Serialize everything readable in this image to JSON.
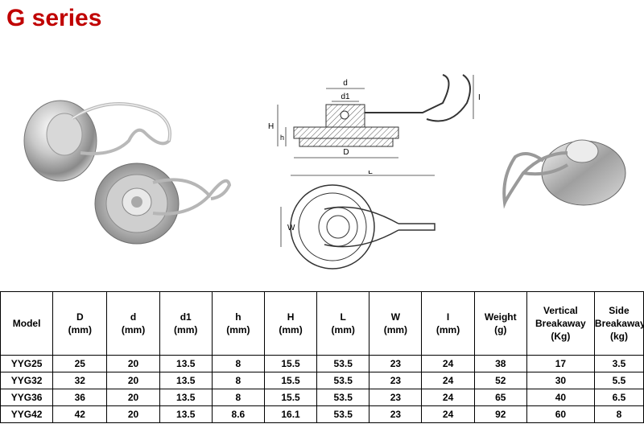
{
  "title": "G series",
  "drawing": {
    "label_d": "d",
    "label_d1": "d1",
    "label_D": "D",
    "label_H": "H",
    "label_h": "h",
    "label_L": "L",
    "label_W": "W",
    "label_I": "I"
  },
  "table": {
    "headers": [
      {
        "name": "Model",
        "unit": ""
      },
      {
        "name": "D",
        "unit": "(mm)"
      },
      {
        "name": "d",
        "unit": "(mm)"
      },
      {
        "name": "d1",
        "unit": "(mm)"
      },
      {
        "name": "h",
        "unit": "(mm)"
      },
      {
        "name": "H",
        "unit": "(mm)"
      },
      {
        "name": "L",
        "unit": "(mm)"
      },
      {
        "name": "W",
        "unit": "(mm)"
      },
      {
        "name": "I",
        "unit": "(mm)"
      },
      {
        "name": "Weight",
        "unit": "(g)"
      },
      {
        "name": "Vertical Breakaway",
        "unit": "(Kg)"
      },
      {
        "name": "Side Breakaway",
        "unit": "(kg)"
      }
    ],
    "rows": [
      [
        "YYG25",
        "25",
        "20",
        "13.5",
        "8",
        "15.5",
        "53.5",
        "23",
        "24",
        "38",
        "17",
        "3.5"
      ],
      [
        "YYG32",
        "32",
        "20",
        "13.5",
        "8",
        "15.5",
        "53.5",
        "23",
        "24",
        "52",
        "30",
        "5.5"
      ],
      [
        "YYG36",
        "36",
        "20",
        "13.5",
        "8",
        "15.5",
        "53.5",
        "23",
        "24",
        "65",
        "40",
        "6.5"
      ],
      [
        "YYG42",
        "42",
        "20",
        "13.5",
        "8.6",
        "16.1",
        "53.5",
        "23",
        "24",
        "92",
        "60",
        "8"
      ]
    ]
  },
  "colors": {
    "title": "#c00000",
    "metal": "#c8c8c8",
    "line": "#333333"
  }
}
